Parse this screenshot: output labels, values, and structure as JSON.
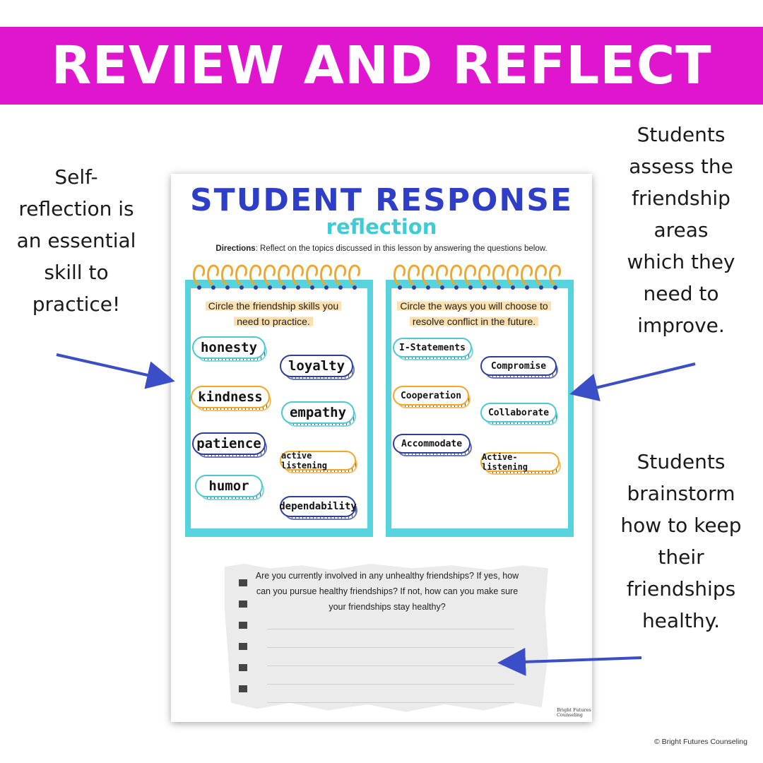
{
  "banner": {
    "title": "REVIEW AND REFLECT",
    "color": "#e016cf"
  },
  "notes": {
    "left": "Self-\nreflection is\nan essential\nskill to\npractice!",
    "right_top": "Students\nassess the\nfriendship\nareas\nwhich they\nneed to\nimprove.",
    "right_bottom": "Students\nbrainstorm\nhow to keep\ntheir\nfriendships\nhealthy."
  },
  "worksheet": {
    "title": "STUDENT RESPONSE",
    "subtitle": "reflection",
    "directions_label": "Directions",
    "directions_text": ": Reflect on the topics discussed in this lesson by answering the questions below.",
    "left_prompt_line1": "Circle the friendship skills you",
    "left_prompt_line2": "need to practice.",
    "right_prompt_line1": "Circle the ways you will choose to",
    "right_prompt_line2": "resolve conflict in the future.",
    "skills": [
      "honesty",
      "loyalty",
      "kindness",
      "empathy",
      "patience",
      "active listening",
      "humor",
      "dependability"
    ],
    "conflict_ways": [
      "I-Statements",
      "Compromise",
      "Cooperation",
      "Collaborate",
      "Accommodate",
      "Active-listening"
    ],
    "question": "Are you currently involved in any unhealthy friendships? If yes, how can you pursue healthy friendships? If not, how can you make sure your friendships stay healthy?",
    "brand_line1": "Bright Futures",
    "brand_line2": "Counseling"
  },
  "footer": {
    "copyright": "© Bright Futures Counseling"
  },
  "colors": {
    "accent_pink": "#e016cf",
    "title_blue": "#2e3ec6",
    "teal": "#56d3dc",
    "orange": "#f5a623",
    "arrow_blue": "#3a4fc7"
  }
}
